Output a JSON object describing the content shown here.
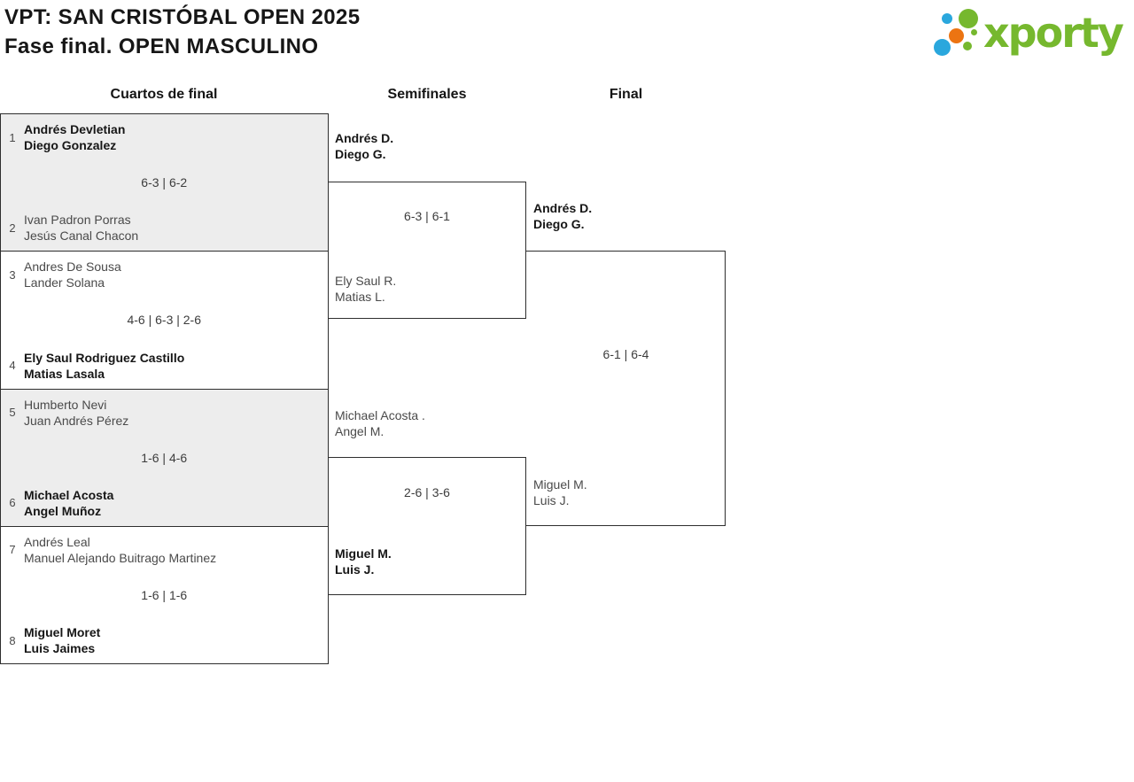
{
  "header": {
    "title_line1": "VPT: SAN CRISTÓBAL OPEN 2025",
    "title_line2": "Fase final. OPEN MASCULINO"
  },
  "logo": {
    "text": "xporty",
    "green": "#76b82e",
    "blue": "#2aa7dd",
    "orange": "#ec7412"
  },
  "round_headers": {
    "quarterfinals": "Cuartos de final",
    "semifinals": "Semifinales",
    "final": "Final"
  },
  "colors": {
    "winner_text": "#161616",
    "loser_text": "#4a4a4a",
    "cell_gray": "#ededed",
    "border": "#2e2e2e"
  },
  "qf": [
    {
      "seed_top": "1",
      "top": [
        "Andrés Devletian",
        "Diego Gonzalez"
      ],
      "top_winner": true,
      "score": "6-3 | 6-2",
      "seed_bottom": "2",
      "bottom": [
        "Ivan Padron Porras",
        "Jesús Canal Chacon"
      ],
      "bottom_winner": false
    },
    {
      "seed_top": "3",
      "top": [
        "Andres De Sousa",
        "Lander Solana"
      ],
      "top_winner": false,
      "score": "4-6 | 6-3 | 2-6",
      "seed_bottom": "4",
      "bottom": [
        "Ely Saul Rodriguez Castillo",
        "Matias Lasala"
      ],
      "bottom_winner": true
    },
    {
      "seed_top": "5",
      "top": [
        "Humberto Nevi",
        "Juan Andrés Pérez"
      ],
      "top_winner": false,
      "score": "1-6 | 4-6",
      "seed_bottom": "6",
      "bottom": [
        "Michael Acosta",
        "Angel Muñoz"
      ],
      "bottom_winner": true
    },
    {
      "seed_top": "7",
      "top": [
        "Andrés Leal",
        "Manuel Alejando Buitrago Martinez"
      ],
      "top_winner": false,
      "score": "1-6 | 1-6",
      "seed_bottom": "8",
      "bottom": [
        "Miguel Moret",
        "Luis Jaimes"
      ],
      "bottom_winner": true
    }
  ],
  "sf": [
    {
      "top": [
        "Andrés D.",
        "Diego G."
      ],
      "top_winner": true,
      "score": "6-3 | 6-1",
      "bottom": [
        "Ely Saul R.",
        "Matias L."
      ],
      "bottom_winner": false
    },
    {
      "top": [
        "Michael Acosta .",
        "Angel M."
      ],
      "top_winner": false,
      "score": "2-6 | 3-6",
      "bottom": [
        "Miguel M.",
        "Luis J."
      ],
      "bottom_winner": true
    }
  ],
  "final_match": {
    "top": [
      "Andrés D.",
      "Diego G."
    ],
    "top_winner": true,
    "score": "6-1 | 6-4",
    "bottom": [
      "Miguel M.",
      "Luis J."
    ],
    "bottom_winner": false
  }
}
